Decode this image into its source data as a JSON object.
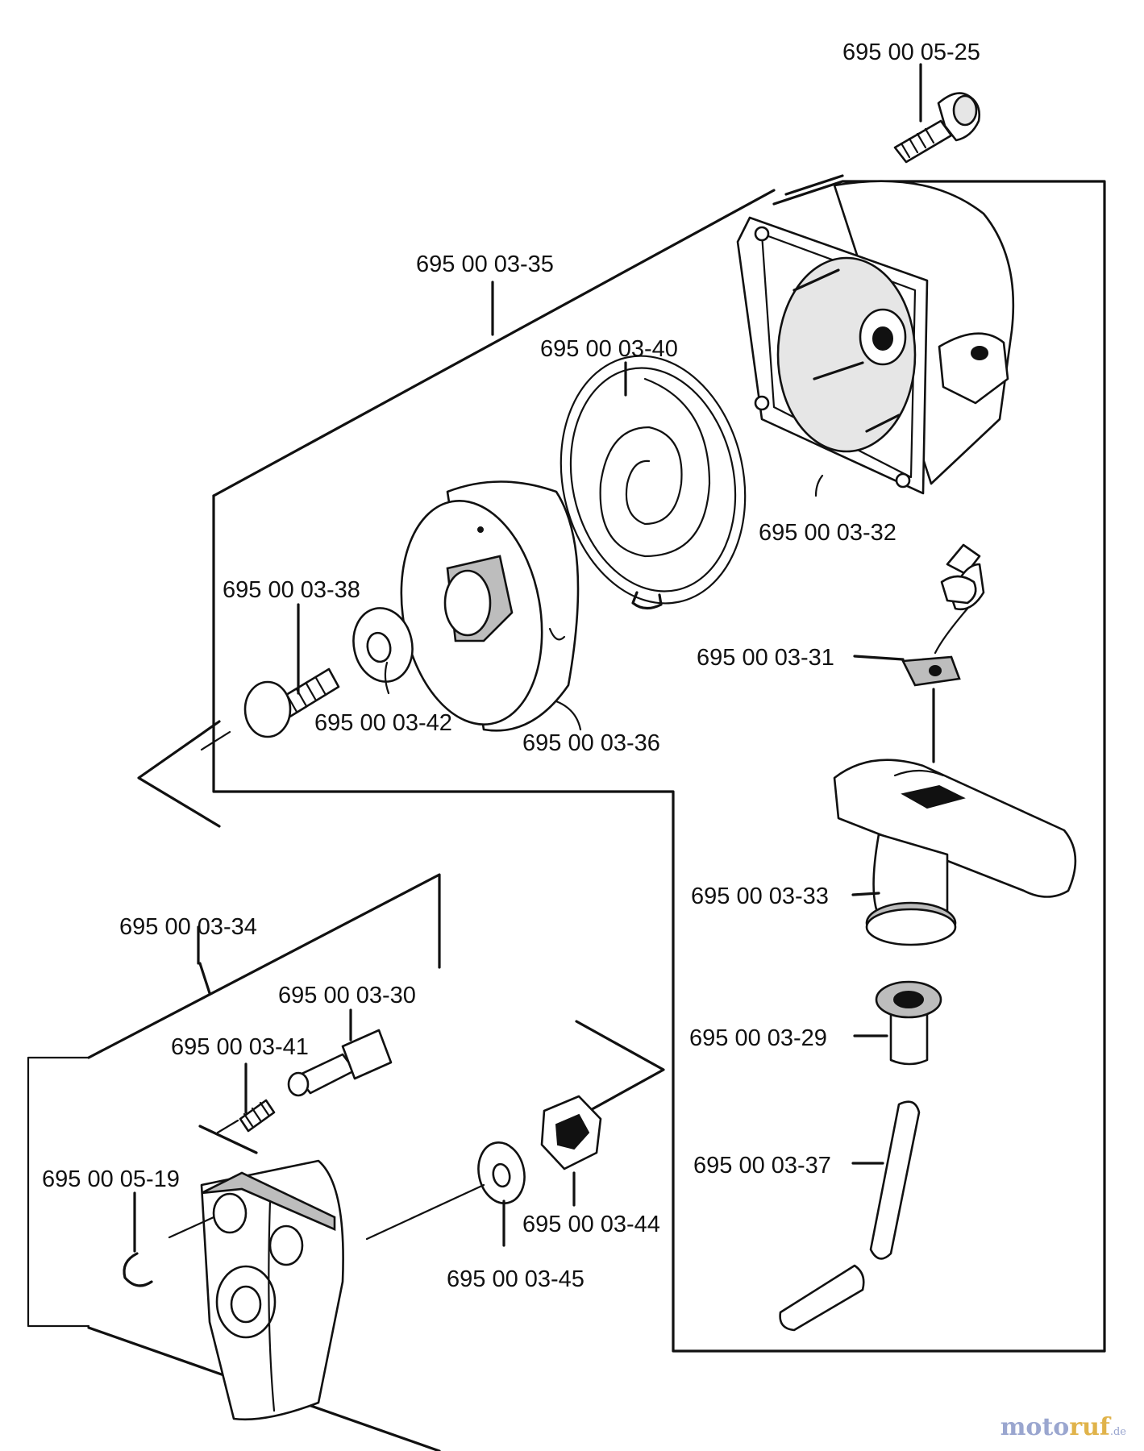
{
  "parts": [
    {
      "id": "p_05_25",
      "number": "695 00 05-25"
    },
    {
      "id": "p_03_35",
      "number": "695 00 03-35"
    },
    {
      "id": "p_03_40",
      "number": "695 00 03-40"
    },
    {
      "id": "p_03_32",
      "number": "695 00 03-32"
    },
    {
      "id": "p_03_38",
      "number": "695 00 03-38"
    },
    {
      "id": "p_03_31",
      "number": "695 00 03-31"
    },
    {
      "id": "p_03_42",
      "number": "695 00 03-42"
    },
    {
      "id": "p_03_36",
      "number": "695 00 03-36"
    },
    {
      "id": "p_03_33",
      "number": "695 00 03-33"
    },
    {
      "id": "p_03_34",
      "number": "695 00 03-34"
    },
    {
      "id": "p_03_30",
      "number": "695 00 03-30"
    },
    {
      "id": "p_03_41",
      "number": "695 00 03-41"
    },
    {
      "id": "p_03_29",
      "number": "695 00 03-29"
    },
    {
      "id": "p_05_19",
      "number": "695 00 05-19"
    },
    {
      "id": "p_03_37",
      "number": "695 00 03-37"
    },
    {
      "id": "p_03_44",
      "number": "695 00 03-44"
    },
    {
      "id": "p_03_45",
      "number": "695 00 03-45"
    }
  ],
  "watermark": {
    "brand": "moto",
    "brand_accent": "ruf",
    "suffix": ".de"
  }
}
